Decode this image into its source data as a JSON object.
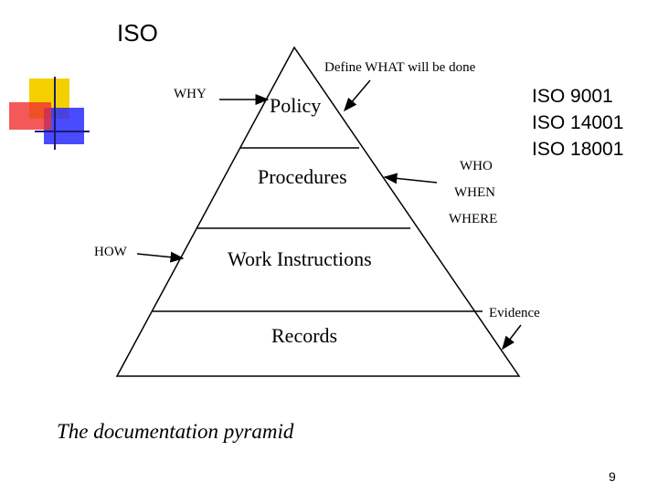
{
  "slide": {
    "title": "ISO",
    "page_number": "9",
    "caption": "The documentation pyramid"
  },
  "pyramid": {
    "levels": [
      "Policy",
      "Procedures",
      "Work Instructions",
      "Records"
    ]
  },
  "annotations": {
    "define_what": "Define WHAT will be done",
    "why": "WHY",
    "how": "HOW",
    "who": "WHO",
    "when": "WHEN",
    "where": "WHERE",
    "evidence": "Evidence"
  },
  "standards": [
    "ISO 9001",
    "ISO 14001",
    "ISO 18001"
  ],
  "colors": {
    "logo_yellow": "#f5d000",
    "logo_red": "#f03030",
    "logo_blue": "#2a2aff"
  }
}
